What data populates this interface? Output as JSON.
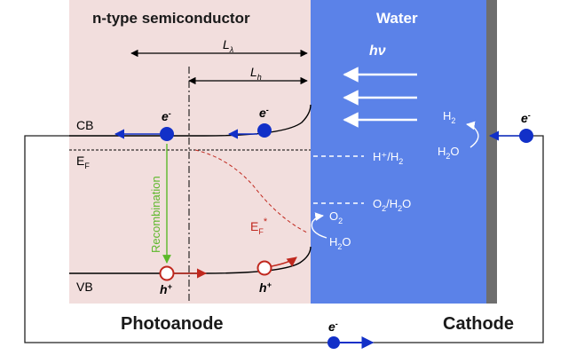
{
  "regions": {
    "semiconductor_title": "n-type semiconductor",
    "water_title": "Water",
    "photoanode_label": "Photoanode",
    "cathode_label": "Cathode"
  },
  "lengths": {
    "l_lambda": "L",
    "l_lambda_sub": "λ",
    "l_h": "L",
    "l_h_sub": "h"
  },
  "light": {
    "label": "hν"
  },
  "bands": {
    "cb": "CB",
    "vb": "VB",
    "ef": "E",
    "ef_sub": "F",
    "ef_star": "E",
    "ef_star_sub": "F",
    "ef_star_sup": "*"
  },
  "carriers": {
    "electron": "e",
    "electron_sup": "-",
    "hole": "h",
    "hole_sup": "+"
  },
  "process": {
    "recombination": "Recombination"
  },
  "redox": {
    "h_plus_h2": "H⁺/H",
    "h_plus_h2_sub": "2",
    "o2_h2o": "O",
    "o2_h2o_sub1": "2",
    "o2_h2o_mid": "/H",
    "o2_h2o_sub2": "2",
    "o2_h2o_end": "O"
  },
  "species": {
    "h2": "H",
    "h2_sub": "2",
    "h2o_cathode": "H",
    "h2o_cathode_sub": "2",
    "h2o_cathode_end": "O",
    "o2": "O",
    "o2_sub": "2",
    "h2o_anode": "H",
    "h2o_anode_sub": "2",
    "h2o_anode_end": "O"
  },
  "colors": {
    "semiconductor_bg": "#f2dedd",
    "water_bg": "#5b82e8",
    "cathode_bar": "#6e6e6e",
    "electron": "#1230c8",
    "hole_edge": "#c0281e",
    "recombination": "#5cb82a",
    "fermi_star": "#c0281e"
  }
}
